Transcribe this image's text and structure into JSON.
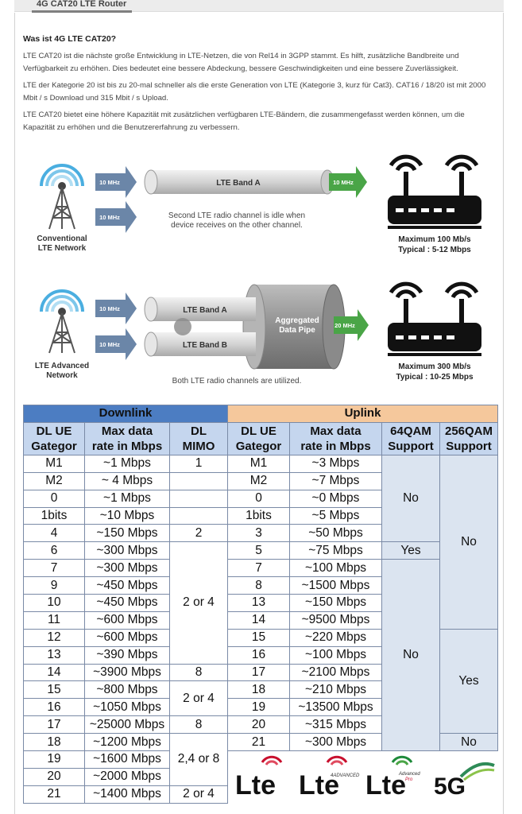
{
  "header": {
    "tab_title": "4G CAT20 LTE Router"
  },
  "article": {
    "heading": "Was ist 4G LTE CAT20?",
    "paragraphs": [
      "LTE CAT20 ist die nächste große Entwicklung in LTE-Netzen, die von Rel14 in 3GPP stammt. Es hilft, zusätzliche Bandbreite und Verfügbarkeit zu erhöhen. Dies bedeutet eine bessere Abdeckung, bessere Geschwindigkeiten und eine bessere Zuverlässigkeit.",
      "LTE der Kategorie 20 ist bis zu 20-mal schneller als die erste Generation von LTE (Kategorie 3, kurz für Cat3). CAT16 / 18/20 ist mit 2000 Mbit / s Download und 315 Mbit / s Upload.",
      "LTE CAT20 bietet eine höhere Kapazität mit zusätzlichen verfügbaren LTE-Bändern, die zusammengefasst werden können, um die Kapazität zu erhöhen und die Benutzererfahrung zu verbessern."
    ]
  },
  "diagram": {
    "top": {
      "tower_label": [
        "Conventional",
        "LTE Network"
      ],
      "input_arrows": [
        "10 MHz",
        "10 MHz"
      ],
      "band_label": "LTE Band A",
      "output_arrow": "10 MHz",
      "idle_note": [
        "Second LTE radio channel is idle when",
        "device receives on the other channel."
      ],
      "router_caption": [
        "Maximum 100 Mb/s",
        "Typical : 5-12 Mbps"
      ]
    },
    "bottom": {
      "tower_label": [
        "LTE Advanced",
        "Network"
      ],
      "input_arrows": [
        "10 MHz",
        "10 MHz"
      ],
      "band_a": "LTE Band A",
      "band_b": "LTE Band B",
      "pipe_label": [
        "Aggregated",
        "Data Pipe"
      ],
      "output_arrow": "20 MHz",
      "note": "Both LTE radio channels are utilized.",
      "router_caption": [
        "Maximum 300 Mb/s",
        "Typical : 10-25 Mbps"
      ]
    }
  },
  "table": {
    "group_headers": {
      "downlink": "Downlink",
      "uplink": "Uplink"
    },
    "column_headers": {
      "dl_cat": [
        "DL UE",
        "Gategor"
      ],
      "dl_rate": [
        "Max data",
        "rate in Mbps"
      ],
      "dl_mimo": [
        "DL",
        "MIMO"
      ],
      "ul_cat": [
        "DL UE",
        "Gategor"
      ],
      "ul_rate": [
        "Max data",
        "rate in Mbps"
      ],
      "qam64": [
        "64QAM",
        "Support"
      ],
      "qam256": [
        "256QAM",
        "Support"
      ]
    },
    "dl_rows": [
      {
        "cat": "M1",
        "rate": "~1 Mbps"
      },
      {
        "cat": "M2",
        "rate": "~ 4 Mbps"
      },
      {
        "cat": "0",
        "rate": "~1 Mbps"
      },
      {
        "cat": "1bits",
        "rate": "~10 Mbps"
      },
      {
        "cat": "4",
        "rate": "~150 Mbps"
      },
      {
        "cat": "6",
        "rate": "~300 Mbps"
      },
      {
        "cat": "7",
        "rate": "~300 Mbps"
      },
      {
        "cat": "9",
        "rate": "~450 Mbps"
      },
      {
        "cat": "10",
        "rate": "~450 Mbps"
      },
      {
        "cat": "11",
        "rate": "~600 Mbps"
      },
      {
        "cat": "12",
        "rate": "~600 Mbps"
      },
      {
        "cat": "13",
        "rate": "~390 Mbps"
      },
      {
        "cat": "14",
        "rate": "~3900 Mbps"
      },
      {
        "cat": "15",
        "rate": "~800 Mbps"
      },
      {
        "cat": "16",
        "rate": "~1050 Mbps"
      },
      {
        "cat": "17",
        "rate": "~25000 Mbps"
      },
      {
        "cat": "18",
        "rate": "~1200 Mbps"
      },
      {
        "cat": "19",
        "rate": "~1600 Mbps"
      },
      {
        "cat": "20",
        "rate": "~2000 Mbps"
      },
      {
        "cat": "21",
        "rate": "~1400 Mbps"
      }
    ],
    "mimo": [
      {
        "value": "1",
        "rowspan": 1
      },
      {
        "value": "",
        "rowspan": 1
      },
      {
        "value": "",
        "rowspan": 1
      },
      {
        "value": "",
        "rowspan": 1
      },
      {
        "value": "2",
        "rowspan": 1
      },
      {
        "value": "2 or 4",
        "rowspan": 7
      },
      {
        "value": "8",
        "rowspan": 1
      },
      {
        "value": "2 or 4",
        "rowspan": 2
      },
      {
        "value": "8",
        "rowspan": 1
      },
      {
        "value": "2,4 or 8",
        "rowspan": 3
      },
      {
        "value": "2 or 4",
        "rowspan": 1
      }
    ],
    "ul_rows": [
      {
        "cat": "M1",
        "rate": "~3 Mbps"
      },
      {
        "cat": "M2",
        "rate": "~7 Mbps"
      },
      {
        "cat": "0",
        "rate": "~0 Mbps"
      },
      {
        "cat": "1bits",
        "rate": "~5 Mbps"
      },
      {
        "cat": "3",
        "rate": "~50 Mbps"
      },
      {
        "cat": "5",
        "rate": "~75 Mbps"
      },
      {
        "cat": "7",
        "rate": "~100 Mbps"
      },
      {
        "cat": "8",
        "rate": "~1500 Mbps"
      },
      {
        "cat": "13",
        "rate": "~150 Mbps"
      },
      {
        "cat": "14",
        "rate": "~9500 Mbps"
      },
      {
        "cat": "15",
        "rate": "~220 Mbps"
      },
      {
        "cat": "16",
        "rate": "~100 Mbps"
      },
      {
        "cat": "17",
        "rate": "~2100 Mbps"
      },
      {
        "cat": "18",
        "rate": "~210 Mbps"
      },
      {
        "cat": "19",
        "rate": "~13500 Mbps"
      },
      {
        "cat": "20",
        "rate": "~315 Mbps"
      },
      {
        "cat": "21",
        "rate": "~300 Mbps"
      }
    ],
    "qam64": [
      {
        "value": "No",
        "rowspan": 5
      },
      {
        "value": "Yes",
        "rowspan": 1
      },
      {
        "value": "No",
        "rowspan": 11
      }
    ],
    "qam256": [
      {
        "value": "No",
        "rowspan": 10
      },
      {
        "value": "Yes",
        "rowspan": 6
      },
      {
        "value": "No",
        "rowspan": 1
      }
    ]
  },
  "logos": {
    "items": [
      "lte",
      "lte",
      "lte",
      "5G"
    ],
    "lte_word": "Lte",
    "advanced": "4ADVANCED",
    "advanced_pro": [
      "Advanced",
      "Pro"
    ],
    "fiveg": "5G"
  },
  "colors": {
    "downlink_header": "#4c7dc2",
    "uplink_header": "#f5c89c",
    "column_header": "#c5d6ee",
    "cell_shade": "#dbe4f0",
    "arrow_blue": "#5b7ba3",
    "arrow_green": "#4aa547"
  }
}
